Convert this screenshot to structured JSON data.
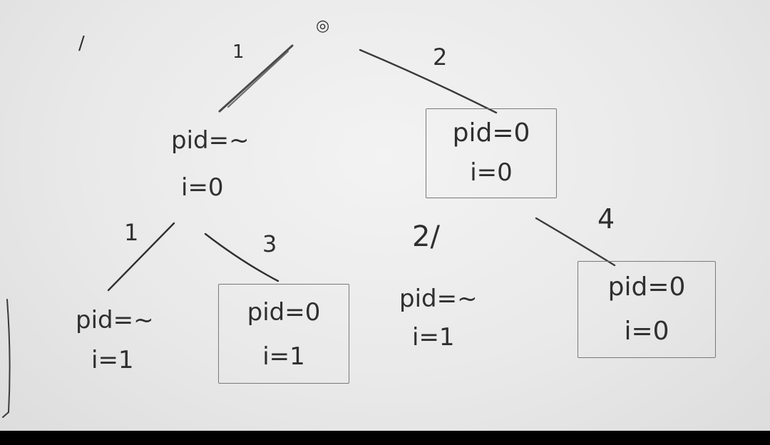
{
  "root": {
    "symbol": "◎"
  },
  "margin_mark": "/",
  "edges": [
    {
      "id": "root-left",
      "label": "1"
    },
    {
      "id": "root-right",
      "label": "2"
    },
    {
      "id": "left-leftchild",
      "label": "1"
    },
    {
      "id": "left-rightchild",
      "label": "3"
    },
    {
      "id": "right-leftchild",
      "label": "2/"
    },
    {
      "id": "right-rightchild",
      "label": "4"
    }
  ],
  "nodes": [
    {
      "id": "level1-left",
      "pid": "pid=~",
      "i": "i=0",
      "boxed": false
    },
    {
      "id": "level1-right",
      "pid": "pid=0",
      "i": "i=0",
      "boxed": true
    },
    {
      "id": "level2-a",
      "pid": "pid=~",
      "i": "i=1",
      "boxed": false
    },
    {
      "id": "level2-b",
      "pid": "pid=0",
      "i": "i=1",
      "boxed": true
    },
    {
      "id": "level2-c",
      "pid": "pid=~",
      "i": "i=1",
      "boxed": false
    },
    {
      "id": "level2-d",
      "pid": "pid=0",
      "i": "i=0",
      "boxed": true
    }
  ],
  "colors": {
    "ink": "#2f2f2f",
    "paper": "#ececec",
    "box": "#7a7a7a"
  }
}
